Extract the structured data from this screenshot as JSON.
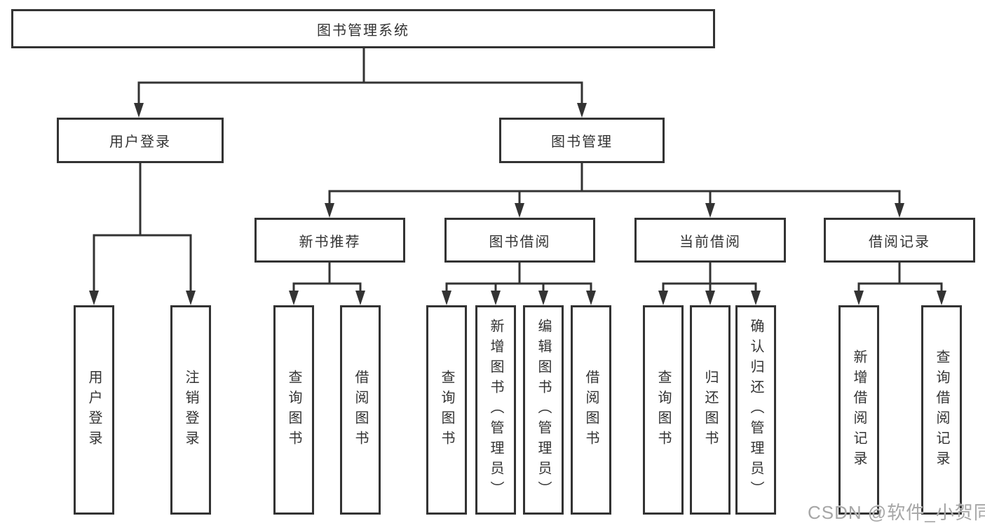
{
  "diagram": {
    "tree": {
      "label": "图书管理系统",
      "children": [
        {
          "label": "用户登录",
          "children": [
            {
              "label": "用户登录"
            },
            {
              "label": "注销登录"
            }
          ]
        },
        {
          "label": "图书管理",
          "children": [
            {
              "label": "新书推荐",
              "children": [
                {
                  "label": "查询图书"
                },
                {
                  "label": "借阅图书"
                }
              ]
            },
            {
              "label": "图书借阅",
              "children": [
                {
                  "label": "查询图书"
                },
                {
                  "label": "新增图书（管理员）"
                },
                {
                  "label": "编辑图书（管理员）"
                },
                {
                  "label": "借阅图书"
                }
              ]
            },
            {
              "label": "当前借阅",
              "children": [
                {
                  "label": "查询图书"
                },
                {
                  "label": "归还图书"
                },
                {
                  "label": "确认归还（管理员）"
                }
              ]
            },
            {
              "label": "借阅记录",
              "children": [
                {
                  "label": "新增借阅记录"
                },
                {
                  "label": "查询借阅记录"
                }
              ]
            }
          ]
        }
      ]
    },
    "watermark": {
      "text": "CSDN @软件_小贺同学"
    },
    "colors": {
      "line": "#333333",
      "text": "#333333",
      "background": "#ffffff",
      "watermark": "#a6a6a6"
    }
  }
}
